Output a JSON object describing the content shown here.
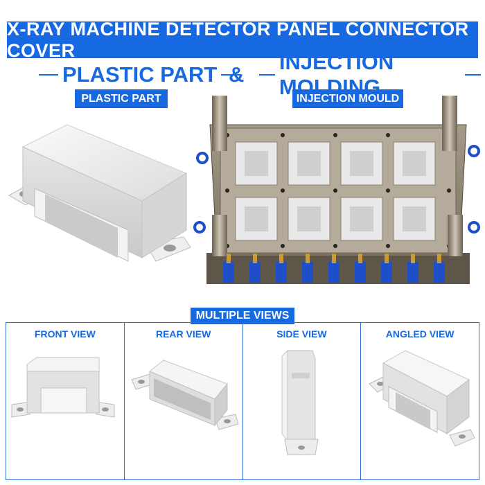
{
  "banner": {
    "title": "X-RAY MACHINE DETECTOR PANEL CONNECTOR COVER"
  },
  "headings": {
    "left": "PLASTIC PART",
    "ampersand": "&",
    "right": "INJECTION MOLDING"
  },
  "pills": {
    "left": "PLASTIC PART",
    "right": "INJECTION MOULD"
  },
  "views": {
    "title": "MULTIPLE VIEWS",
    "items": [
      {
        "label": "FRONT VIEW"
      },
      {
        "label": "REAR VIEW"
      },
      {
        "label": "SIDE VIEW"
      },
      {
        "label": "ANGLED VIEW"
      }
    ]
  },
  "colors": {
    "accent": "#1669e0",
    "part": "#e8e8e8",
    "mould": "#8f8576",
    "fitting": "#1e4fc8"
  }
}
